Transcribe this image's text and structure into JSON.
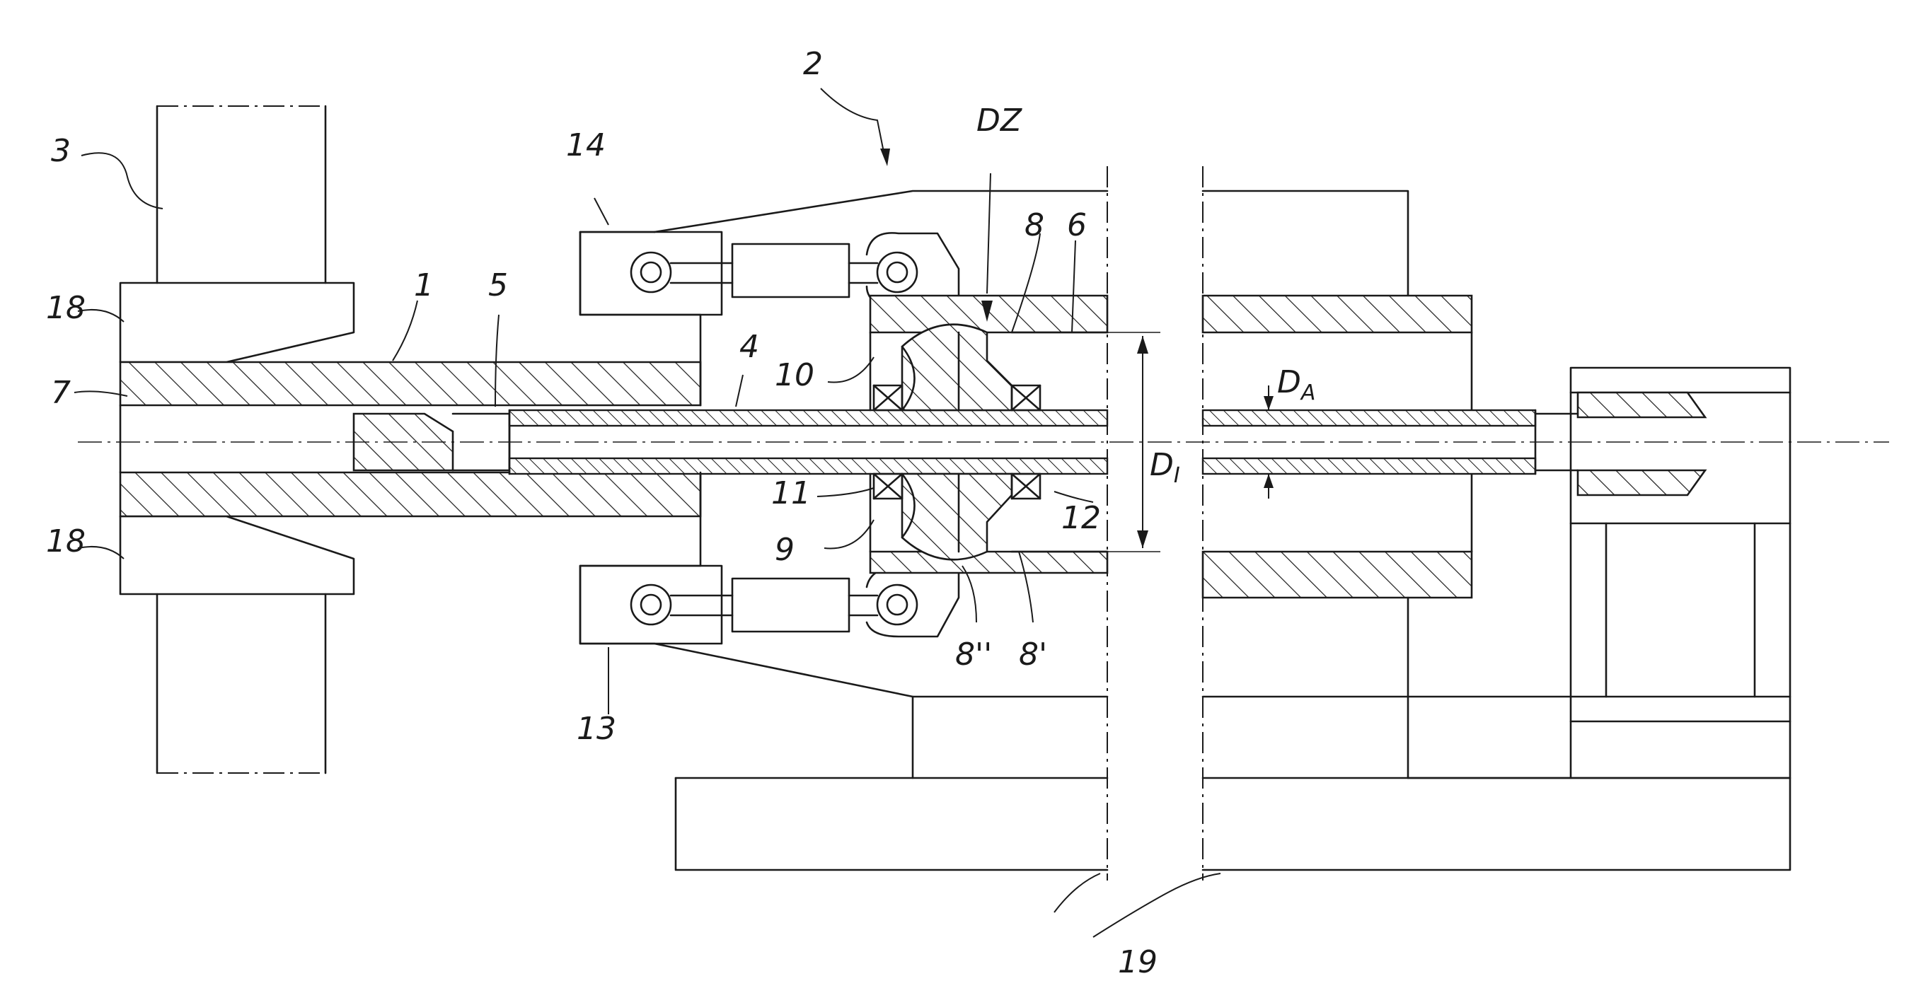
{
  "labels": {
    "n1": "1",
    "n2": "2",
    "n3": "3",
    "n4": "4",
    "n5": "5",
    "n6": "6",
    "n7": "7",
    "n8": "8",
    "n8p": "8'",
    "n8pp": "8''",
    "n9": "9",
    "n10": "10",
    "n11": "11",
    "n12": "12",
    "n13": "13",
    "n14": "14",
    "n18a": "18",
    "n18b": "18",
    "n19": "19",
    "dz": "DZ",
    "da_main": "D",
    "da_sub": "A",
    "di_main": "D",
    "di_sub": "I"
  }
}
